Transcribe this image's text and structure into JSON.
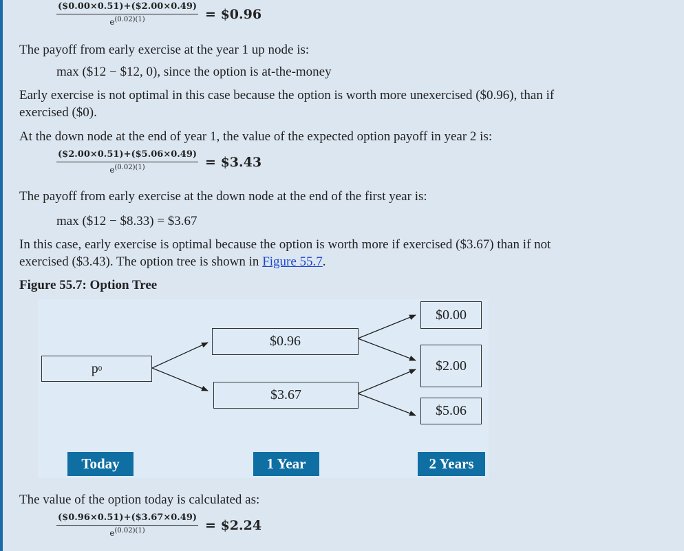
{
  "eq1": {
    "num": "($0.00×0.51)+($2.00×0.49)",
    "den": "e",
    "exp": "(0.02)(1)",
    "res": "= $0.96"
  },
  "p1": "The payoff from early exercise at the year 1 up node is:",
  "p2": "max ($12 − $12, 0), since the option is at-the-money",
  "p3a": "Early exercise is not optimal in this case because the option is worth more unexercised ($0.96), than if",
  "p3b": "exercised ($0).",
  "p4": "At the down node at the end of year 1, the value of the expected option payoff in year 2 is:",
  "eq2": {
    "num": "($2.00×0.51)+($5.06×0.49)",
    "den": "e",
    "exp": "(0.02)(1)",
    "res": "= $3.43"
  },
  "p5": "The payoff from early exercise at the down node at the end of the first year is:",
  "p6": "max ($12 − $8.33) = $3.67",
  "p7a": "In this case, early exercise is optimal because the option is worth more if exercised ($3.67) than if not",
  "p7b": "exercised ($3.43). The option tree is shown in ",
  "p7link": "Figure 55.7",
  "p7c": ".",
  "fig_title": "Figure 55.7: Option Tree",
  "tree": {
    "root": "p",
    "root_sub": "0",
    "up": "$0.96",
    "down": "$3.67",
    "uu": "$0.00",
    "ud": "$2.00",
    "dd": "$5.06",
    "labels": [
      "Today",
      "1 Year",
      "2 Years"
    ]
  },
  "p8": "The value of the option today is calculated as:",
  "eq3": {
    "num": "($0.96×0.51)+($3.67×0.49)",
    "den": "e",
    "exp": "(0.02)(1)",
    "res": "= $2.24"
  }
}
